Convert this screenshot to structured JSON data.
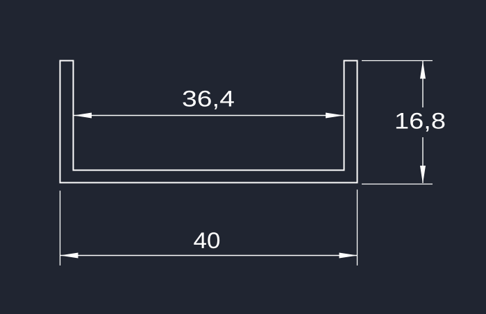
{
  "colors": {
    "background": "#202531",
    "line": "#ffffff",
    "text": "#ffffff"
  },
  "dimensions": {
    "inner_width": {
      "label": "36,4"
    },
    "height": {
      "label": "16,8"
    },
    "outer_width": {
      "label": "40"
    }
  }
}
